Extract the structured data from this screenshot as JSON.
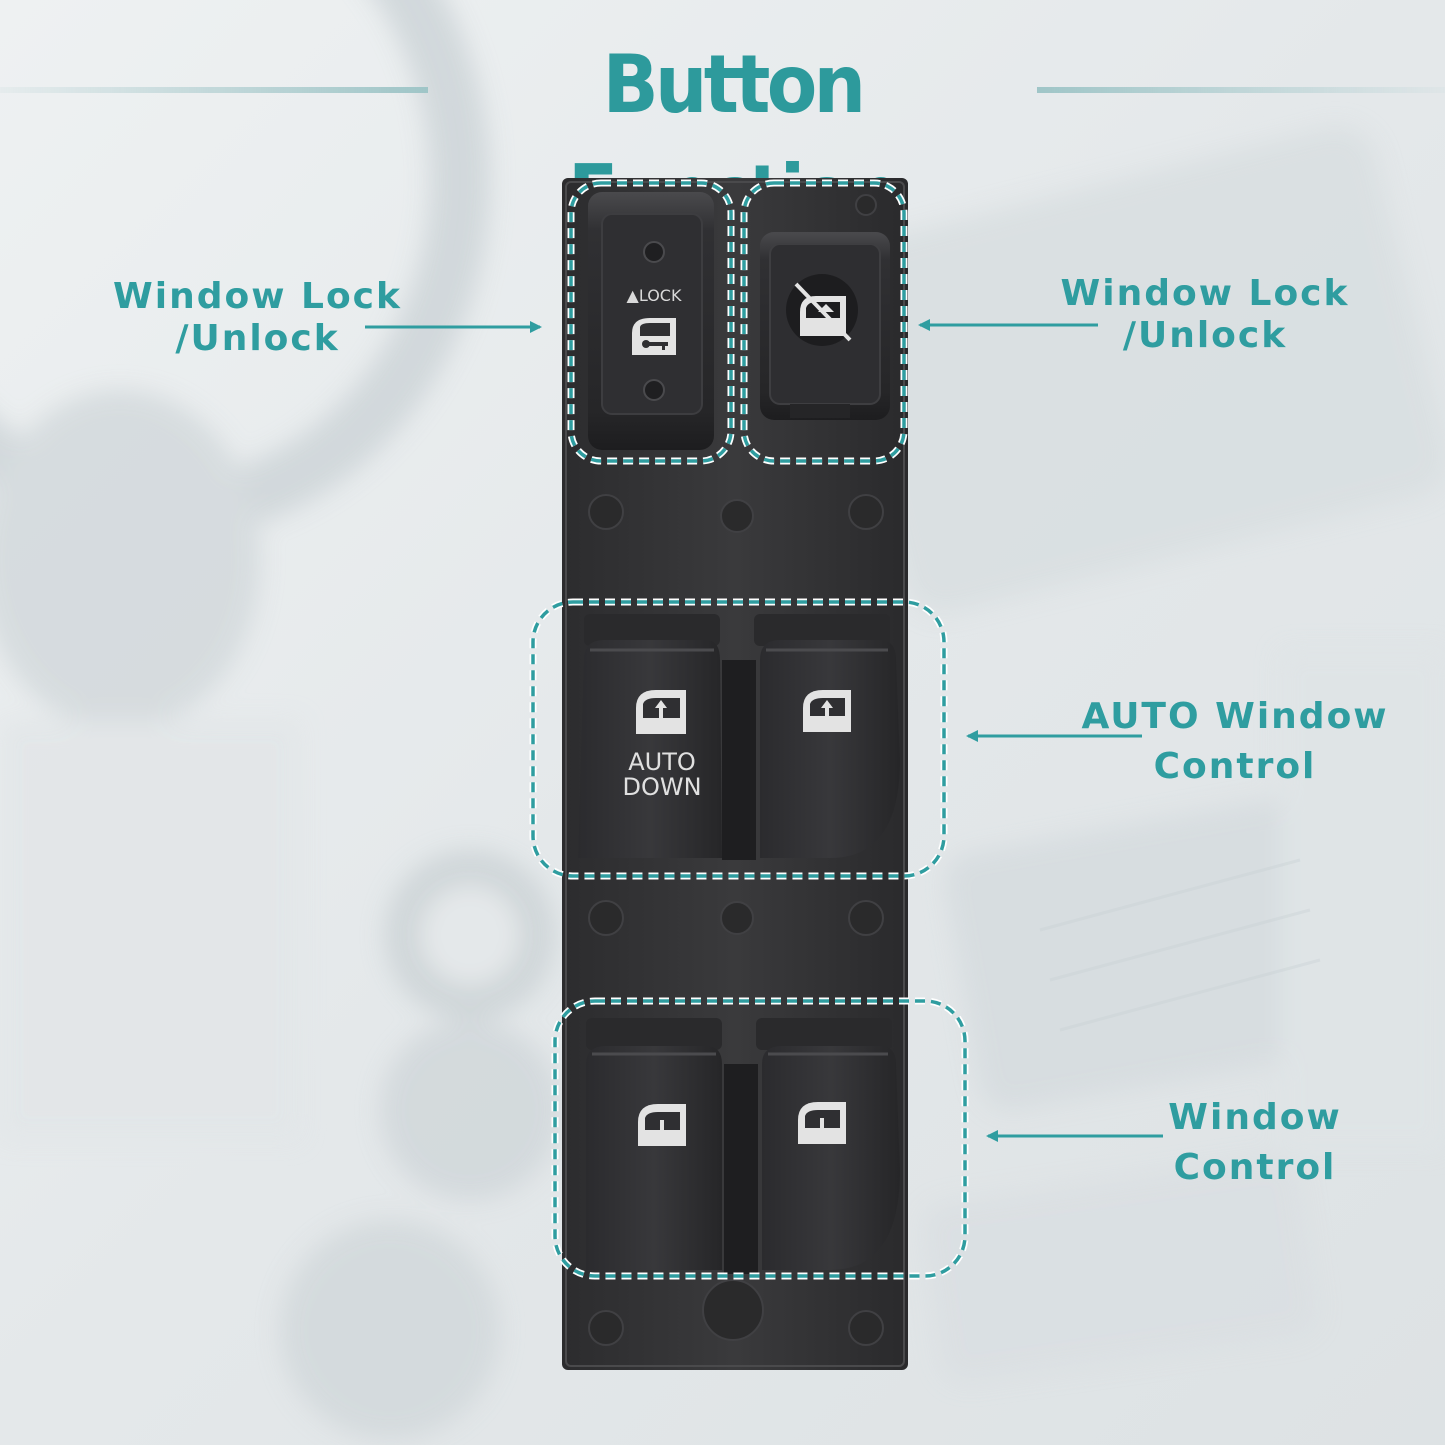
{
  "title": "Button Function",
  "accent_color": "#2d9a9c",
  "callouts": {
    "lock_left": {
      "line1": "Window Lock",
      "line2": "/Unlock"
    },
    "lock_right": {
      "line1": "Window Lock",
      "line2": "/Unlock"
    },
    "auto": {
      "line1": "AUTO Window",
      "line2": "Control"
    },
    "window": {
      "line1": "Window",
      "line2": "Control"
    }
  },
  "switch_labels": {
    "lock_text": "▲LOCK",
    "auto_line1": "AUTO",
    "auto_line2": "DOWN"
  },
  "icons": {
    "lock_switch": "door-key-icon",
    "lockout_switch": "window-lockout-icon",
    "window_switches": "window-up-down-icon"
  }
}
